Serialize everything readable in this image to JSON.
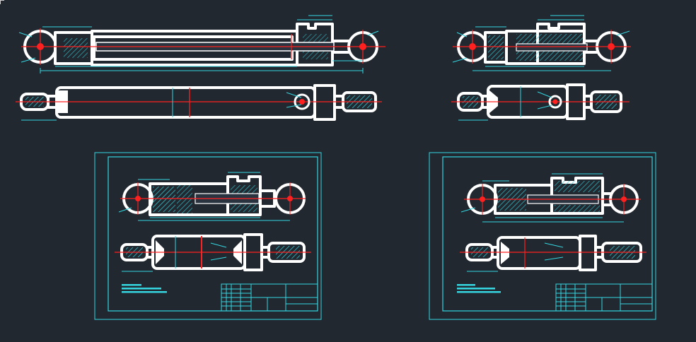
{
  "drawing": {
    "background": "#212830",
    "colors": {
      "outline": "#ffffff",
      "hatch": "#35d6e0",
      "centerline": "#ff2020",
      "dimension": "#35d6e0",
      "label": "#e8e84a",
      "frame": "#35d6e0"
    },
    "views": [
      "long-cylinder-side-view",
      "long-cylinder-top-view",
      "short-cylinder-side-view",
      "short-cylinder-top-view"
    ],
    "sheets": [
      {
        "id": "sheet-1"
      },
      {
        "id": "sheet-2"
      }
    ]
  }
}
